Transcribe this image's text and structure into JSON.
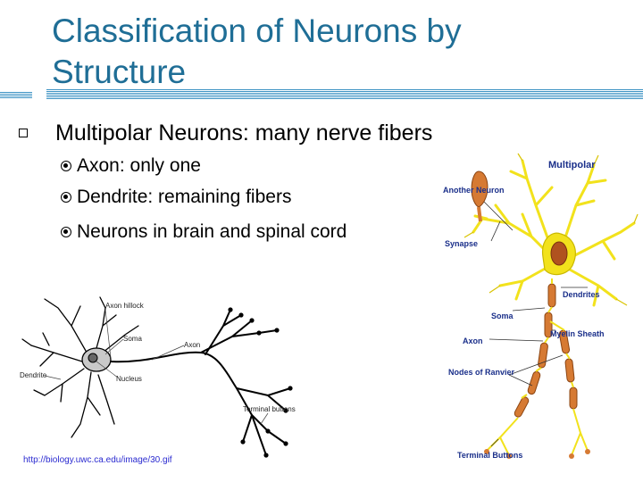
{
  "slide": {
    "title": "Classification of Neurons by Structure",
    "bullet": "Multipolar Neurons: many nerve fibers",
    "sub_bullets": [
      "Axon: only one",
      "Dendrite: remaining fibers",
      "Neurons in brain and spinal cord"
    ]
  },
  "left_figure": {
    "labels": {
      "axon_hillock": "Axon hillock",
      "soma": "Soma",
      "axon": "Axon",
      "dendrite": "Dendrite",
      "nucleus": "Nucleus",
      "terminal_buttons": "Terminal buttons"
    },
    "url": "http://biology.uwc.ca.edu/image/30.gif"
  },
  "right_figure": {
    "title": "Multipolar",
    "labels": {
      "another_neuron": "Another Neuron",
      "synapse": "Synapse",
      "dendrites": "Dendrites",
      "soma": "Soma",
      "axon": "Axon",
      "myelin_sheath": "Myelin Sheath",
      "nodes_of_ranvier": "Nodes of Ranvier",
      "terminal_buttons": "Terminal Buttons"
    }
  },
  "colors": {
    "title": "#1f6e96",
    "rule": "#3e93c4",
    "dendrite_yellow": "#f2e21c",
    "myelin_orange": "#d67a33",
    "label_blue": "#1a2f8a",
    "url_blue": "#2a2ad0"
  }
}
